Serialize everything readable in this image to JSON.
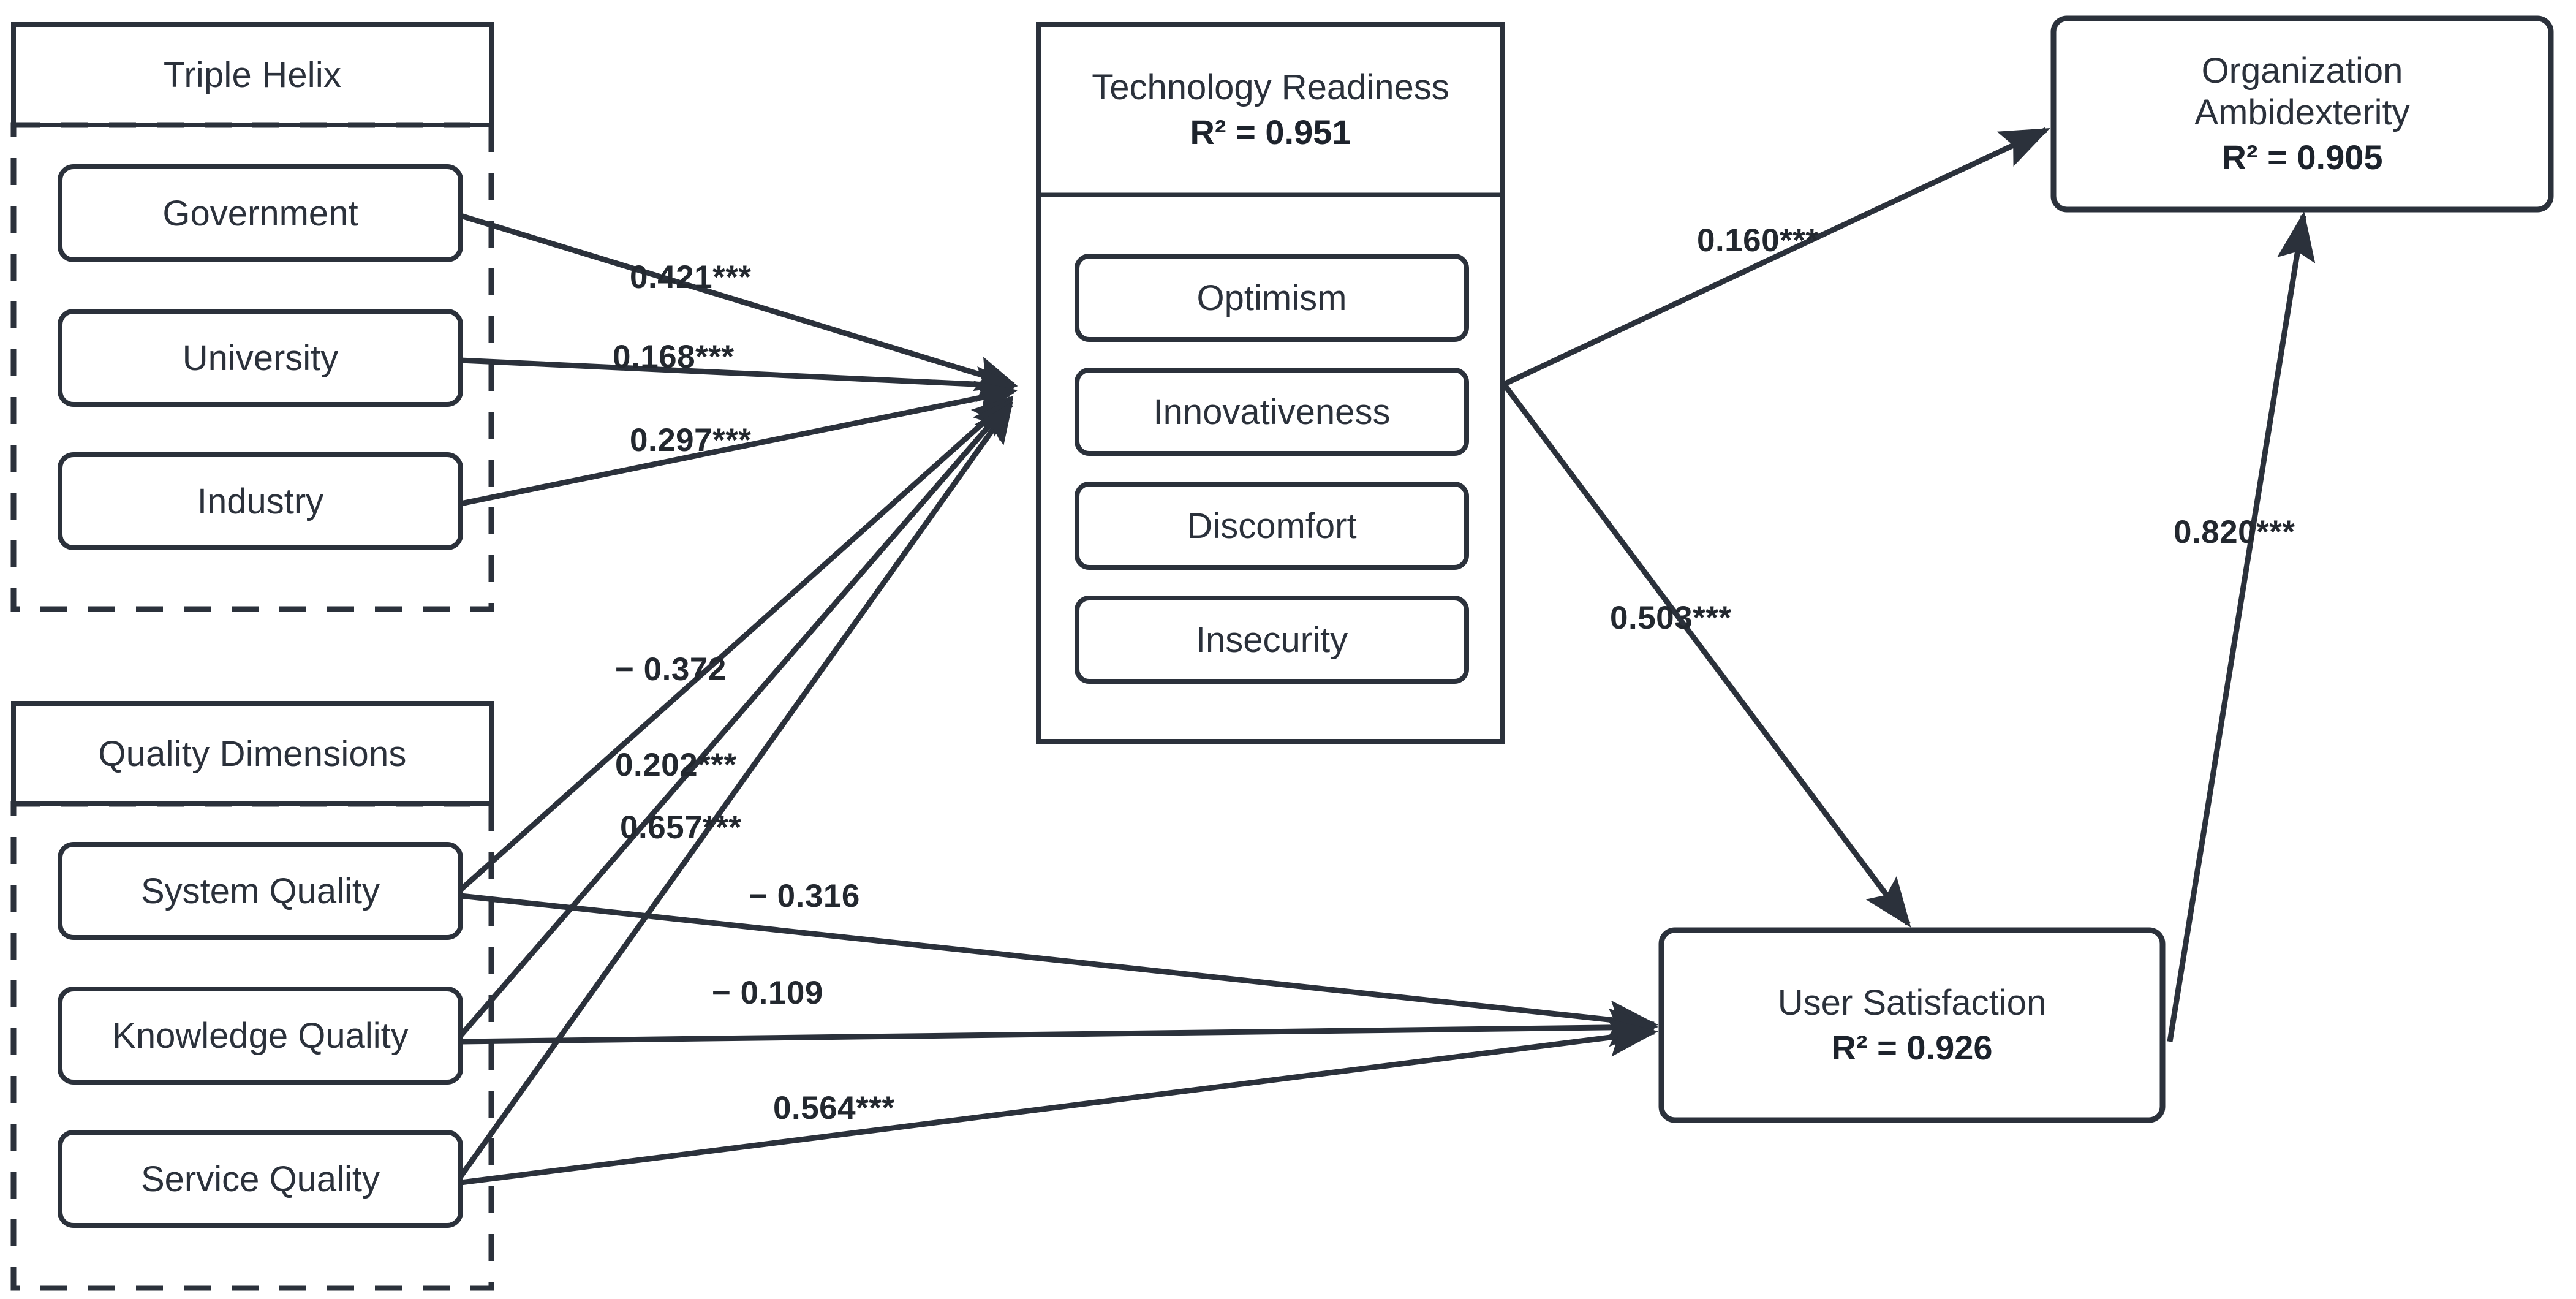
{
  "diagram": {
    "title": "Structural Model Path Diagram",
    "stroke_color": "#2b313b",
    "background": "#ffffff"
  },
  "groups": [
    {
      "id": "triple-helix",
      "title": "Triple Helix",
      "items": [
        {
          "label": "Government"
        },
        {
          "label": "University"
        },
        {
          "label": "Industry"
        }
      ]
    },
    {
      "id": "quality-dimensions",
      "title": "Quality Dimensions",
      "items": [
        {
          "label": "System Quality"
        },
        {
          "label": "Knowledge Quality"
        },
        {
          "label": "Service Quality"
        }
      ]
    }
  ],
  "constructs": [
    {
      "id": "technology-readiness",
      "name": "Technology Readiness",
      "r2": "R² = 0.951",
      "items": [
        {
          "label": "Optimism"
        },
        {
          "label": "Innovativeness"
        },
        {
          "label": "Discomfort"
        },
        {
          "label": "Insecurity"
        }
      ]
    },
    {
      "id": "organization-ambidexterity",
      "name_line1": "Organization",
      "name_line2": "Ambidexterity",
      "r2": "R² = 0.905"
    },
    {
      "id": "user-satisfaction",
      "name": "User Satisfaction",
      "r2": "R² = 0.926"
    }
  ],
  "paths": [
    {
      "id": "gov-to-tr",
      "from": "Government",
      "to": "Technology Readiness",
      "label": "0.421***"
    },
    {
      "id": "uni-to-tr",
      "from": "University",
      "to": "Technology Readiness",
      "label": "0.168***"
    },
    {
      "id": "ind-to-tr",
      "from": "Industry",
      "to": "Technology Readiness",
      "label": "0.297***"
    },
    {
      "id": "sq-to-tr",
      "from": "System Quality",
      "to": "Technology Readiness",
      "label": "− 0.372"
    },
    {
      "id": "kq-to-tr",
      "from": "Knowledge Quality",
      "to": "Technology Readiness",
      "label": "0.202***"
    },
    {
      "id": "svq-to-tr",
      "from": "Service Quality",
      "to": "Technology Readiness",
      "label": "0.657***"
    },
    {
      "id": "sq-to-us",
      "from": "System Quality",
      "to": "User Satisfaction",
      "label": "− 0.316"
    },
    {
      "id": "kq-to-us",
      "from": "Knowledge Quality",
      "to": "User Satisfaction",
      "label": "− 0.109"
    },
    {
      "id": "svq-to-us",
      "from": "Service Quality",
      "to": "User Satisfaction",
      "label": "0.564***"
    },
    {
      "id": "tr-to-oa",
      "from": "Technology Readiness",
      "to": "Organization Ambidexterity",
      "label": "0.160***"
    },
    {
      "id": "tr-to-us",
      "from": "Technology Readiness",
      "to": "User Satisfaction",
      "label": "0.503***"
    },
    {
      "id": "us-to-oa",
      "from": "User Satisfaction",
      "to": "Organization Ambidexterity",
      "label": "0.820***"
    }
  ]
}
